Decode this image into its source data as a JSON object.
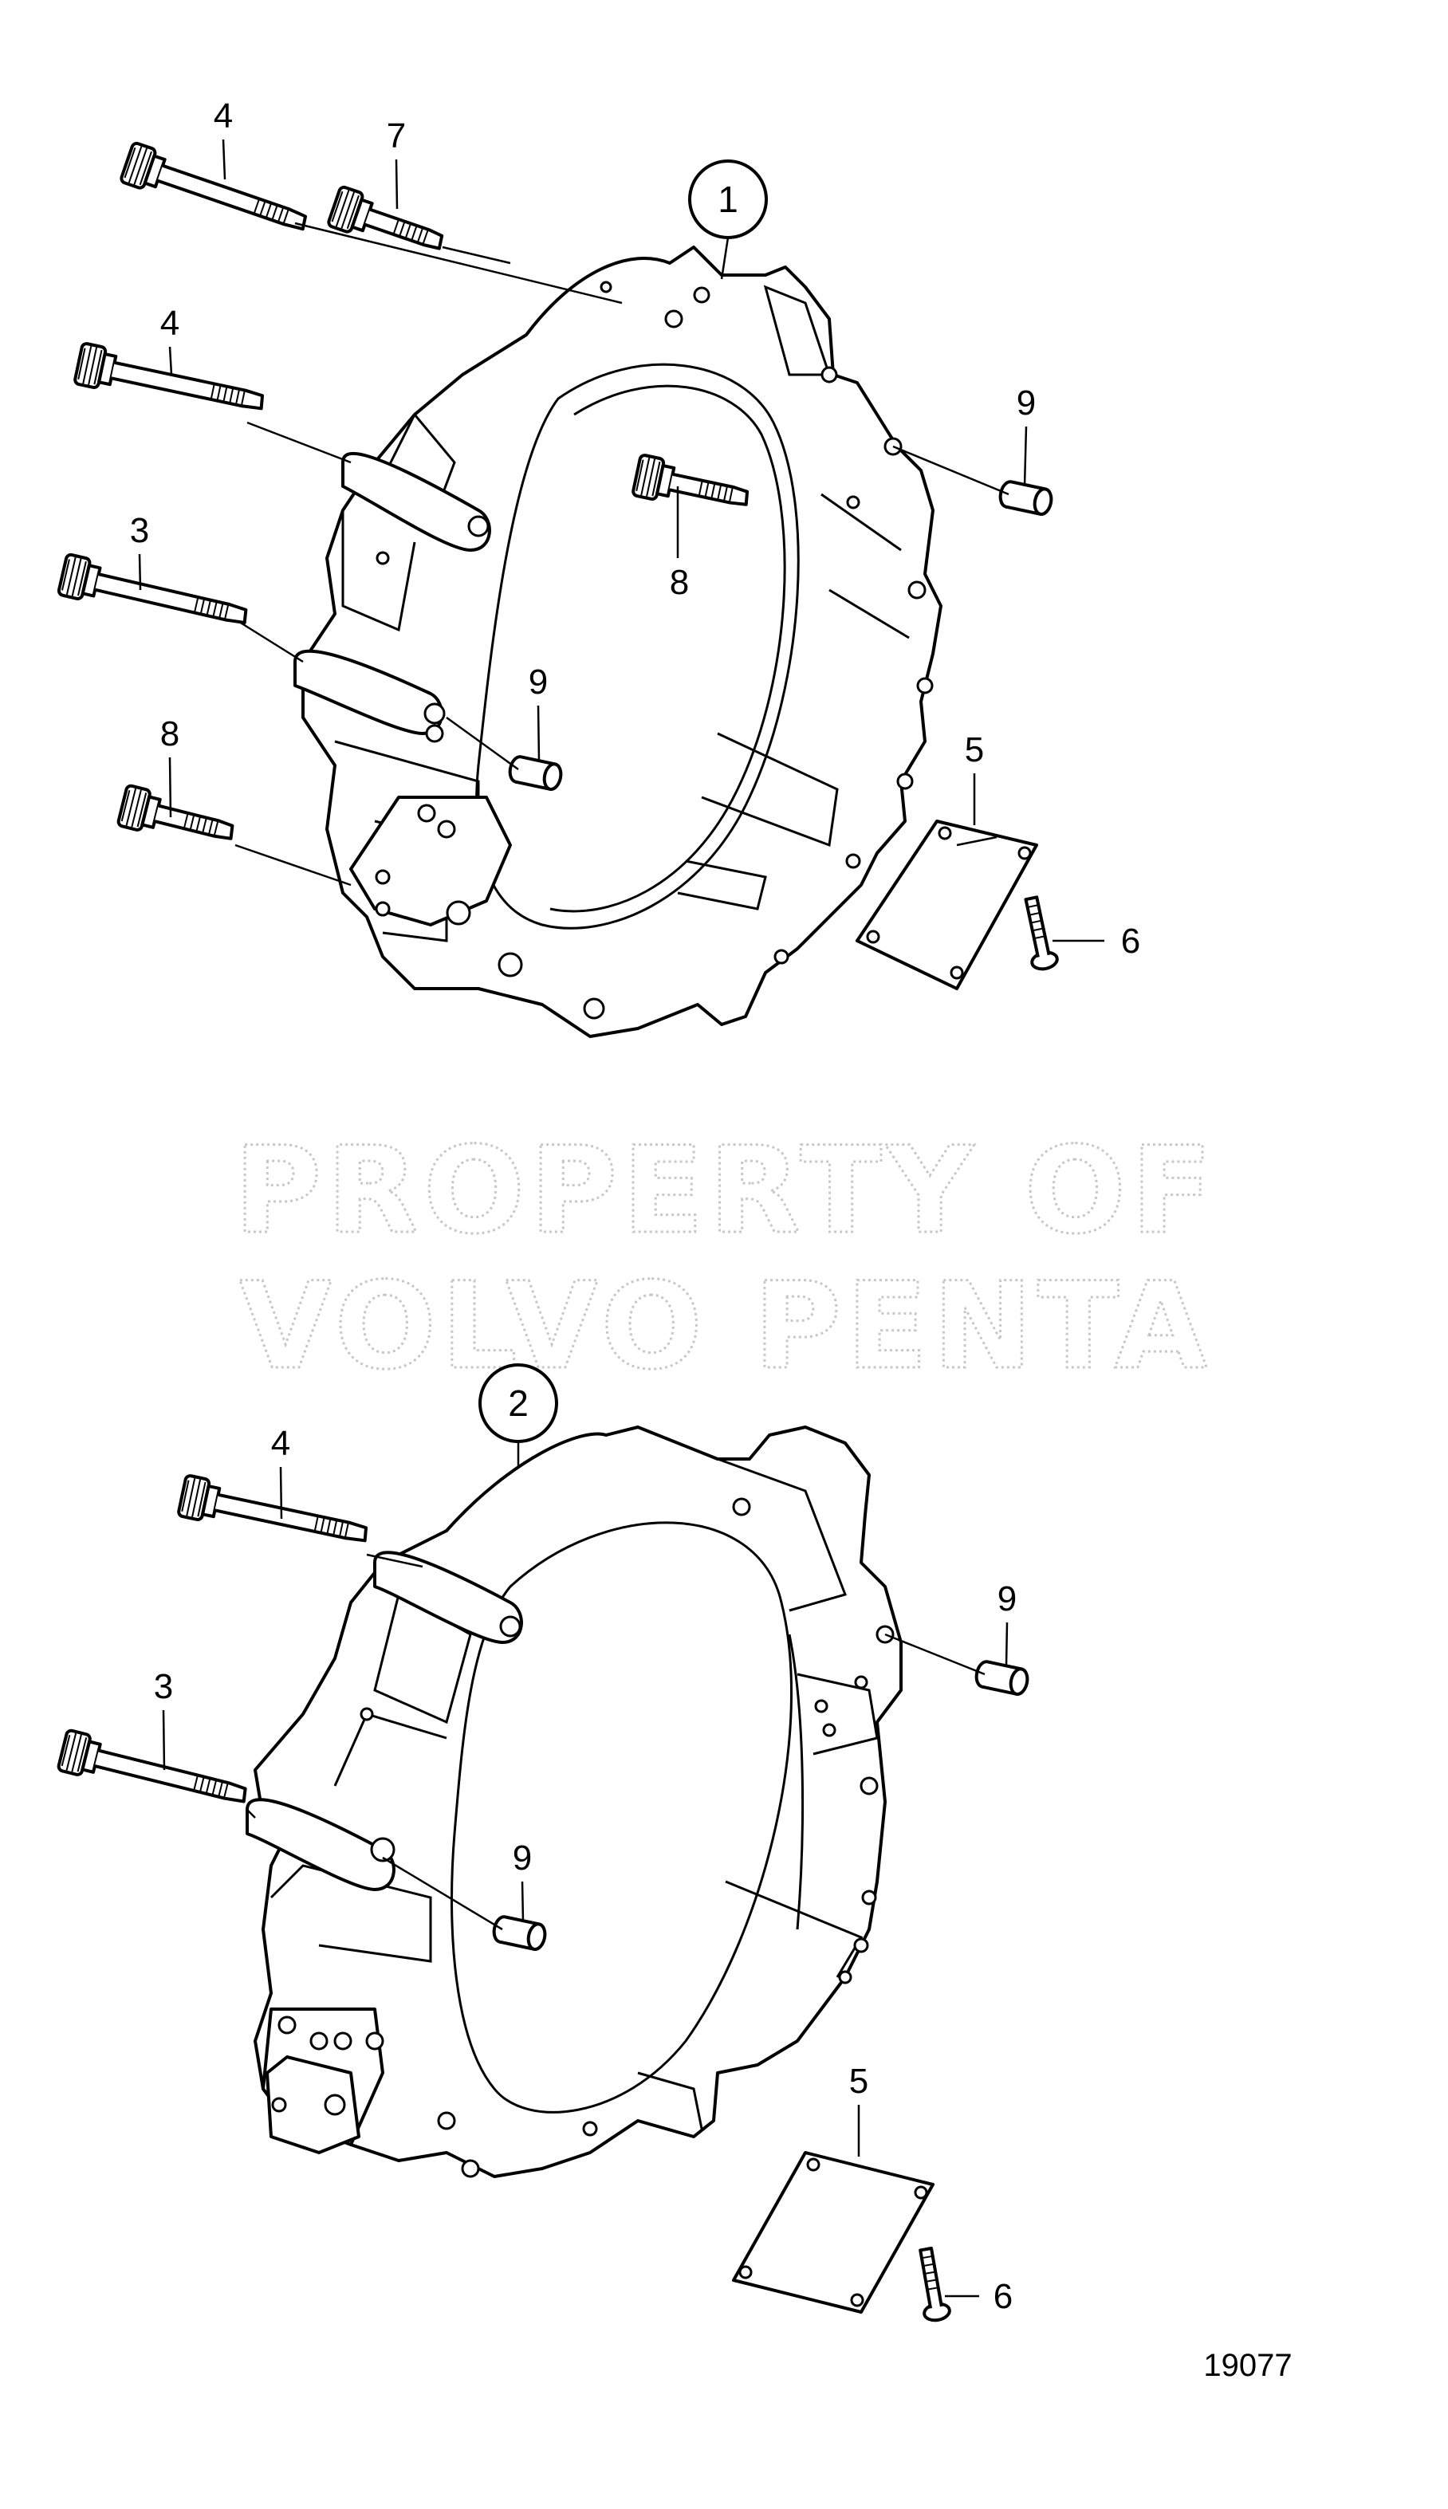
{
  "figure_number": "19077",
  "watermark": {
    "line1": "PROPERTY OF",
    "line2": "VOLVO PENTA"
  },
  "assemblies": [
    {
      "id": "1",
      "callouts": [
        {
          "text": "4"
        },
        {
          "text": "7"
        },
        {
          "text": "4"
        },
        {
          "text": "3"
        },
        {
          "text": "8"
        },
        {
          "text": "8"
        },
        {
          "text": "9"
        },
        {
          "text": "9"
        },
        {
          "text": "5"
        },
        {
          "text": "6"
        }
      ]
    },
    {
      "id": "2",
      "callouts": [
        {
          "text": "4"
        },
        {
          "text": "3"
        },
        {
          "text": "9"
        },
        {
          "text": "9"
        },
        {
          "text": "5"
        },
        {
          "text": "6"
        }
      ]
    }
  ]
}
